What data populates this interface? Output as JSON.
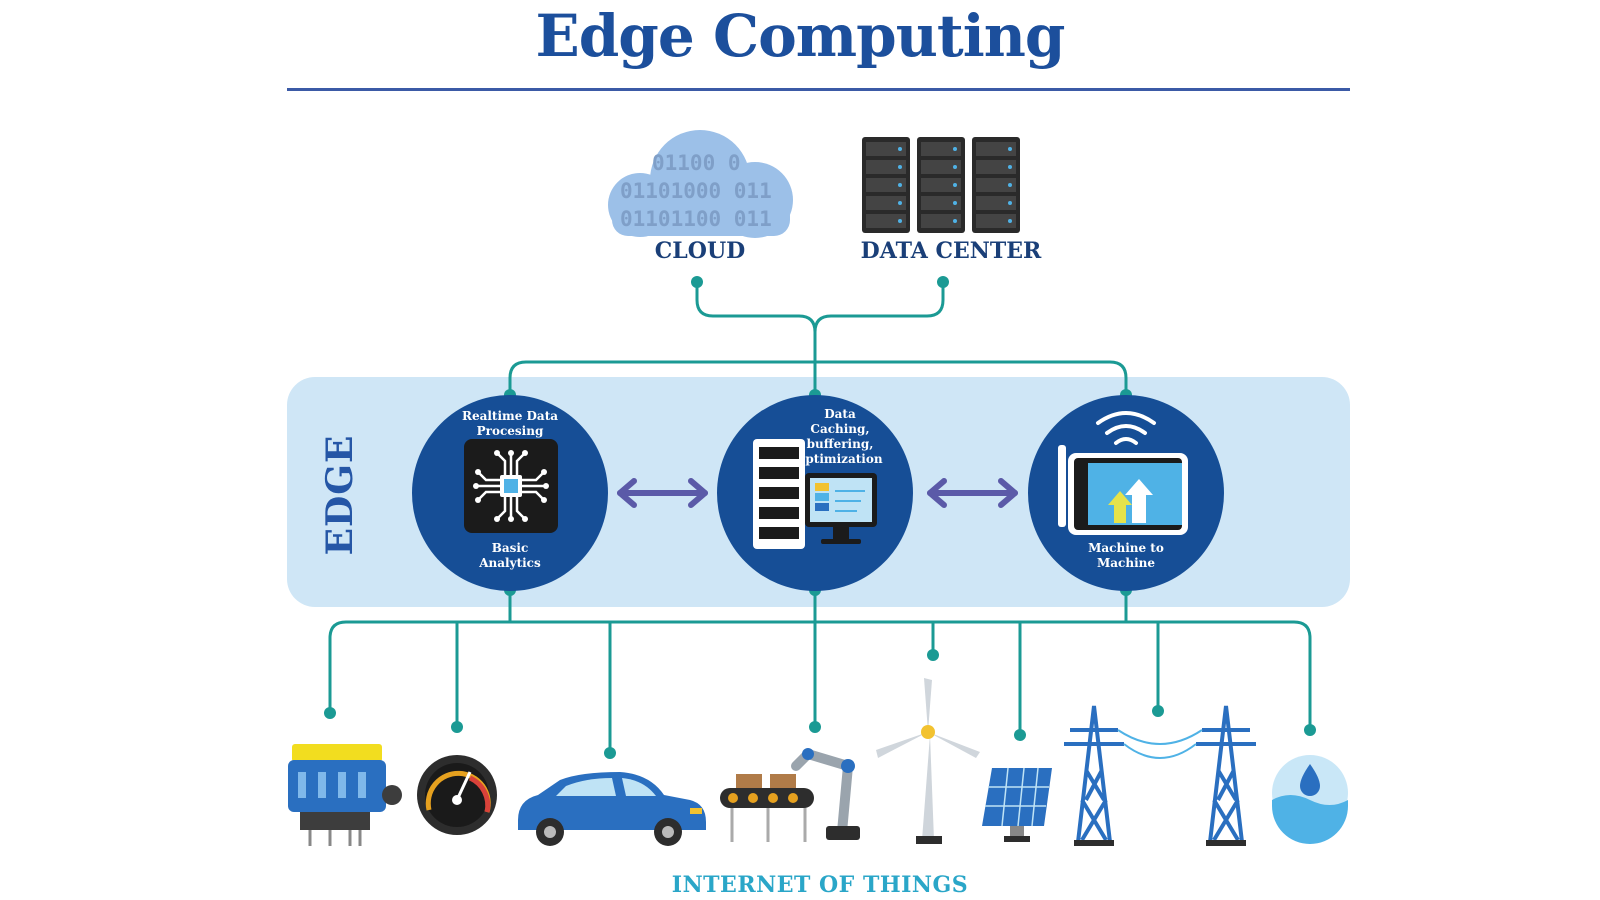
{
  "title": "Edge Computing",
  "top_tier": {
    "cloud_label": "CLOUD",
    "cloud_digits": [
      "01100 0",
      "01101000 011",
      "01101100 011"
    ],
    "datacenter_label": "DATA CENTER"
  },
  "edge_tier": {
    "label": "EDGE",
    "nodes": [
      {
        "top_text": [
          "Realtime Data",
          "Procesing"
        ],
        "bottom_text": [
          "Basic",
          "Analytics"
        ],
        "icon": "microchip-icon"
      },
      {
        "top_text": [
          "Data",
          "Caching,",
          "buffering,",
          "optimization"
        ],
        "icon": "server-monitor-icon"
      },
      {
        "bottom_text": [
          "Machine to",
          "Machine"
        ],
        "icon": "wireless-tablet-icon"
      }
    ]
  },
  "iot_tier": {
    "label": "INTERNET OF THINGS",
    "devices": [
      "engine-icon",
      "speedometer-icon",
      "car-icon",
      "robot-arm-conveyor-icon",
      "wind-turbine-icon",
      "solar-panel-icon",
      "power-tower-icon",
      "water-drop-icon"
    ]
  },
  "colors": {
    "title": "#1c4f9c",
    "connector": "#1b9a94",
    "node_fill": "#164e96",
    "edge_panel": "#cfe6f6",
    "arrow": "#5b5aa8",
    "iot_label": "#2aa6c8"
  }
}
